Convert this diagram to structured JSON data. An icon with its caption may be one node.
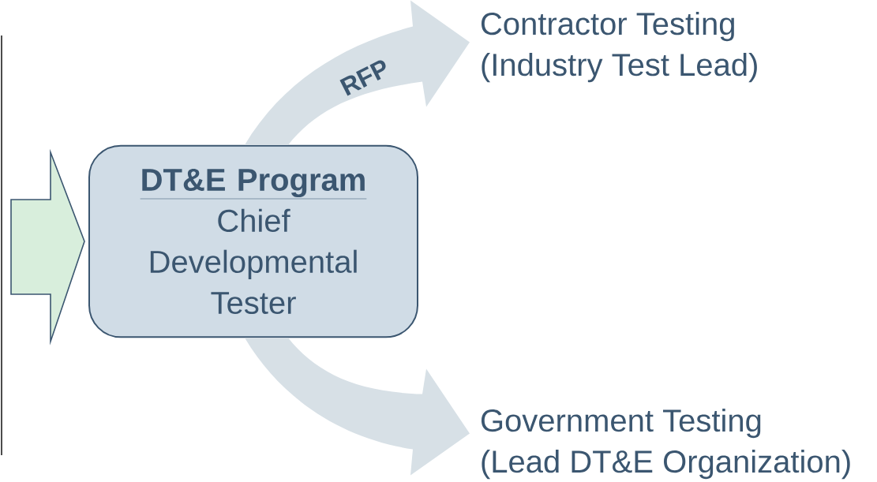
{
  "diagram": {
    "nodes": [
      {
        "text": [
          "DT&E Program",
          "Chief Developmental Tester"
        ]
      },
      {
        "text": [
          "Contractor Testing",
          "(Industry Test Lead)"
        ]
      },
      {
        "text": [
          "Government Testing",
          "(Lead DT&E Organization)"
        ]
      }
    ],
    "edges": [
      {
        "from": null,
        "to": 0,
        "arrow": "to",
        "color": "#d8eedc"
      },
      {
        "from": 0,
        "to": 1,
        "arrow": "to",
        "label": "RFP"
      },
      {
        "from": 0,
        "to": 2,
        "arrow": "to"
      }
    ]
  }
}
